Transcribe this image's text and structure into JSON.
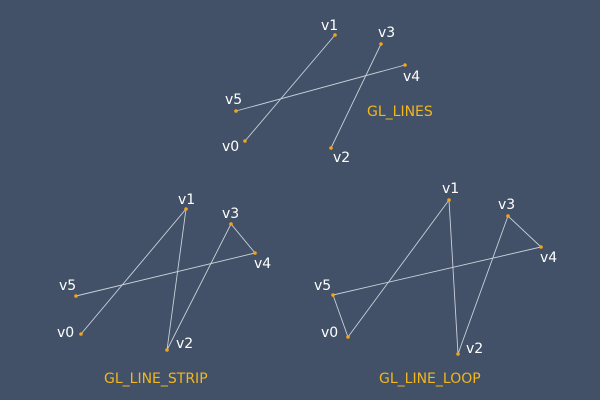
{
  "colors": {
    "background": "#425167",
    "line": "#c9d0da",
    "vertex": "#f2a516",
    "title": "#f2b71c",
    "label": "#ffffff"
  },
  "panels": [
    {
      "title": "GL_LINES",
      "vertices": [
        {
          "label": "v0"
        },
        {
          "label": "v1"
        },
        {
          "label": "v2"
        },
        {
          "label": "v3"
        },
        {
          "label": "v4"
        },
        {
          "label": "v5"
        }
      ]
    },
    {
      "title": "GL_LINE_STRIP",
      "vertices": [
        {
          "label": "v0"
        },
        {
          "label": "v1"
        },
        {
          "label": "v2"
        },
        {
          "label": "v3"
        },
        {
          "label": "v4"
        },
        {
          "label": "v5"
        }
      ]
    },
    {
      "title": "GL_LINE_LOOP",
      "vertices": [
        {
          "label": "v0"
        },
        {
          "label": "v1"
        },
        {
          "label": "v2"
        },
        {
          "label": "v3"
        },
        {
          "label": "v4"
        },
        {
          "label": "v5"
        }
      ]
    }
  ]
}
